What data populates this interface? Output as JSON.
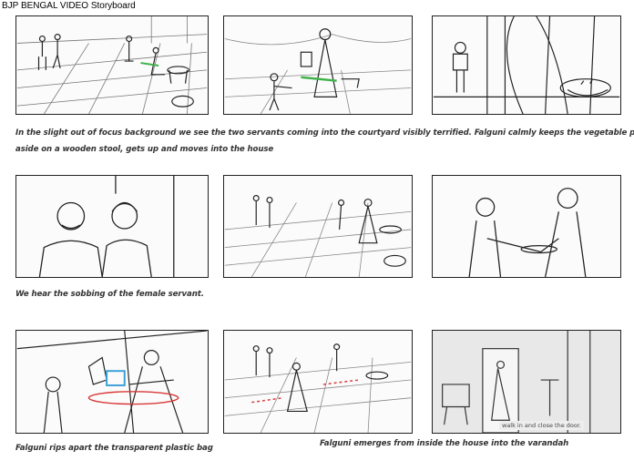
{
  "document_title": "BJP BENGAL VIDEO Storyboard",
  "rows": [
    {
      "caption_line1": "In the slight out of focus background we see the two servants coming into the courtyard visibly terrified. Falguni calmly keeps the vegetable plate",
      "caption_line2": "aside on a wooden stool, gets up and moves into the house"
    },
    {
      "caption_line1": "We hear the sobbing of the female servant."
    },
    {
      "caption_left": "Falguni rips apart the transparent plastic bag",
      "caption_center": "Falguni emerges from inside the house into the varandah"
    }
  ],
  "panel_notes": {
    "panel9": "walk in and close the door."
  },
  "colors": {
    "accent_green": "#3fb24a",
    "accent_red": "#d83a3a",
    "accent_blue": "#3aa0d8"
  }
}
